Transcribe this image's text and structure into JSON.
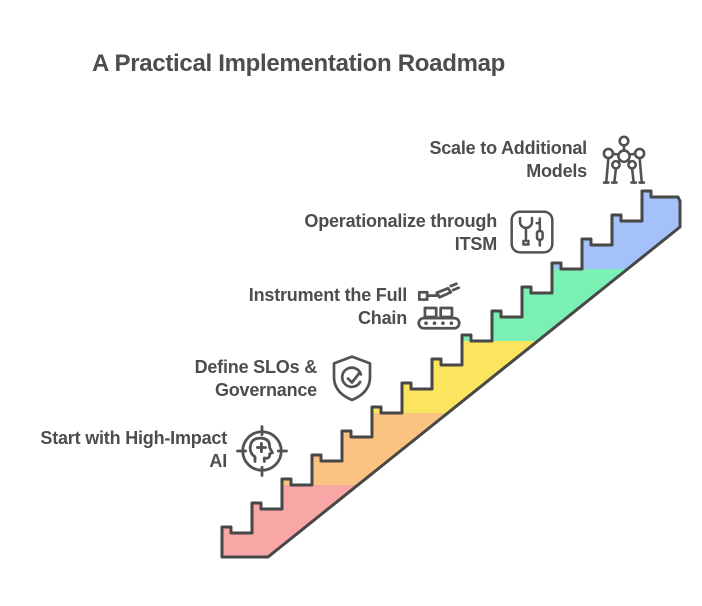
{
  "title": "A Practical Implementation Roadmap",
  "outline_color": "#474747",
  "steps": [
    {
      "line1": "Start with High-Impact",
      "line2": "AI",
      "icon": "ai-target-icon",
      "color": "#f9a6a6"
    },
    {
      "line1": "Define SLOs &",
      "line2": "Governance",
      "icon": "shield-check-icon",
      "color": "#fbc382"
    },
    {
      "line1": "Instrument the Full",
      "line2": "Chain",
      "icon": "conveyor-icon",
      "color": "#fbe45e"
    },
    {
      "line1": "Operationalize through",
      "line2": "ITSM",
      "icon": "wrench-tools-icon",
      "color": "#7bf0b4"
    },
    {
      "line1": "Scale to Additional",
      "line2": "Models",
      "icon": "model-network-icon",
      "color": "#a4c2f9"
    }
  ]
}
